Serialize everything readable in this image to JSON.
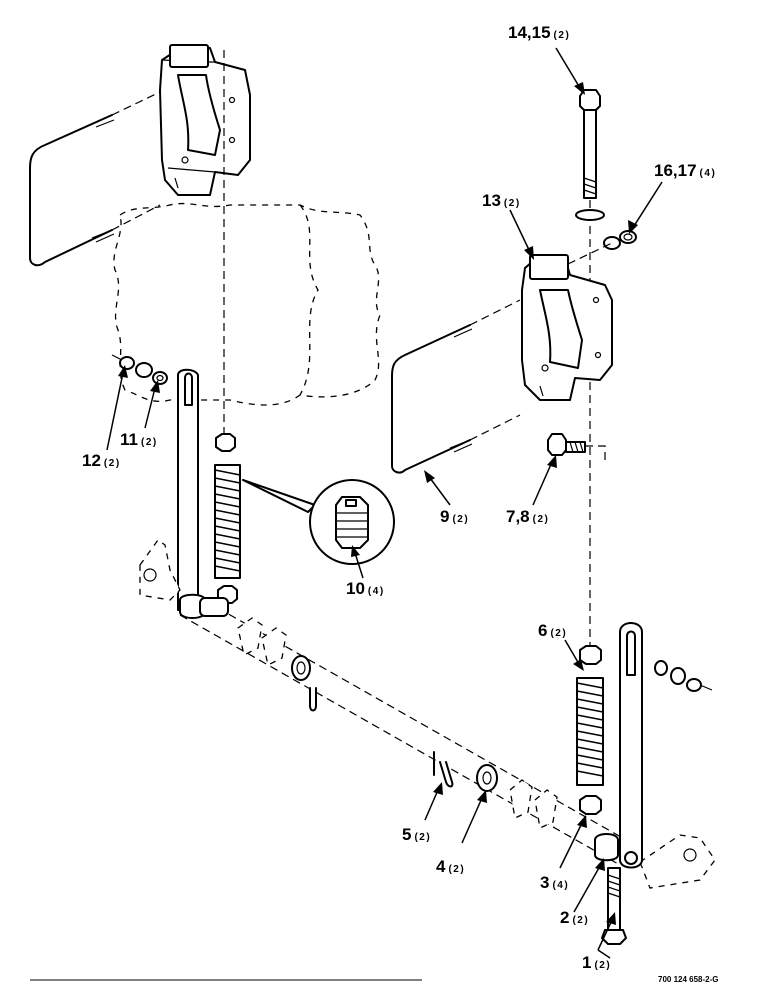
{
  "diagram": {
    "drawing_number": "700 124 658-2-G",
    "callouts": [
      {
        "ref": "1",
        "qty": "(2)"
      },
      {
        "ref": "2",
        "qty": "(2)"
      },
      {
        "ref": "3",
        "qty": "(4)"
      },
      {
        "ref": "4",
        "qty": "(2)"
      },
      {
        "ref": "5",
        "qty": "(2)"
      },
      {
        "ref": "6",
        "qty": "(2)"
      },
      {
        "ref": "7,8",
        "qty": "(2)"
      },
      {
        "ref": "9",
        "qty": "(2)"
      },
      {
        "ref": "10",
        "qty": "(4)"
      },
      {
        "ref": "11",
        "qty": "(2)"
      },
      {
        "ref": "12",
        "qty": "(2)"
      },
      {
        "ref": "13",
        "qty": "(2)"
      },
      {
        "ref": "14,15",
        "qty": "(2)"
      },
      {
        "ref": "16,17",
        "qty": "(4)"
      }
    ]
  }
}
